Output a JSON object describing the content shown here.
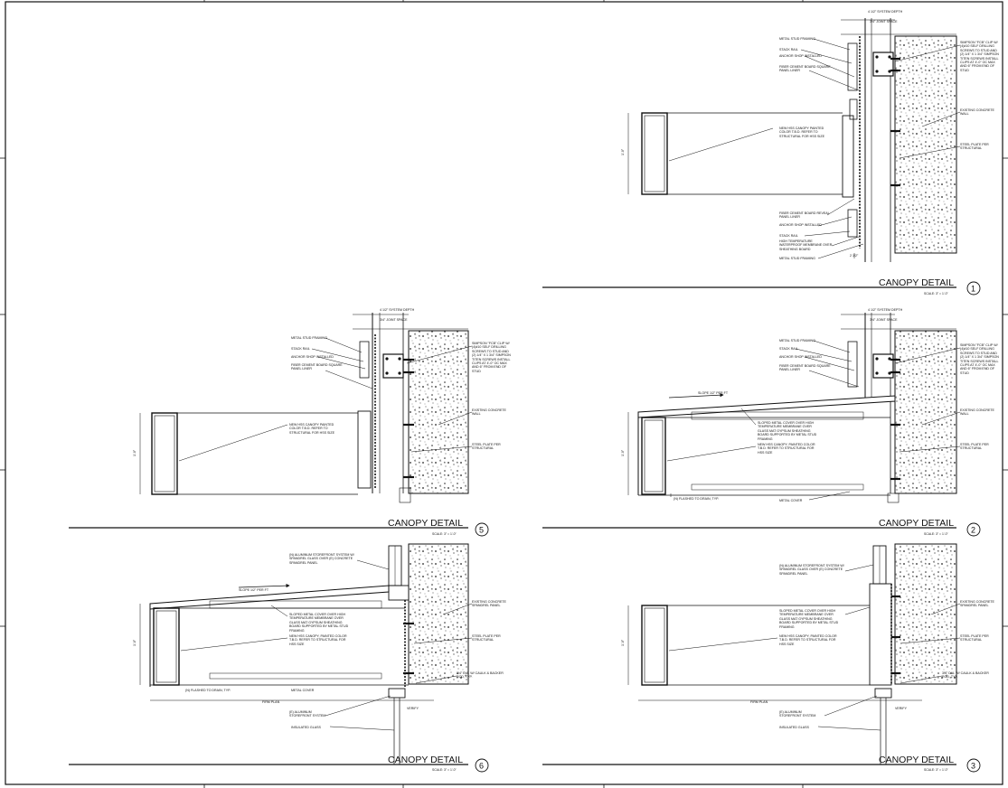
{
  "sheet": {
    "scale_text": "SCALE: 3\" = 1'-0\"",
    "scale_text_5_6": "SCALE: 3\" = 1'-0\"",
    "notes": {
      "system_depth": "4 1/2\" SYSTEM DEPTH",
      "joint_space": "3/4\" JOINT SPACE",
      "metal_stud": "METAL STUD FRAMING",
      "stack_rail": "STACK RAIL",
      "anchor_shop": "ANCHOR SHOP INSTALLED",
      "fiber_cement_1": "FIBER CEMENT BOARD SQUARE PANEL LINER",
      "simpson": "SIMPSON \"FCB\" CLIP W/ (4)#10 SELF DRILLING SCREWS TO STUD AND (2) 1/4\" X 1 3/4\" SIMPSON TITEN SCREWS INSTALL CLIPS AT 4'-0\" OC MAX AND 6\" FROM END OF STUD",
      "new_hss": "NEW HSS CANOPY PAINTED COLOR T.B.D. REFER TO STRUCTURAL FOR HSS SIZE",
      "existing_concrete_wall": "EXISTING CONCRETE WALL",
      "steel_plate": "STEEL PLATE PER STRUCTURAL",
      "fiber_cement_2": "FIBER CEMENT BOARD REVEAL PANEL LINER",
      "anchor_clip": "ANCHOR SHOP INSTALLED",
      "high_temp": "HIGH TEMPERATURE WATERPROOF MEMBRANE OVER SHEATHING BOARD",
      "slope": "SLOPE 1/2\" PER FT",
      "sloped_cover": "SLOPED METAL COVER OVER HIGH TEMPERATURE MEMBRANE OVER GLASS MAT GYPSUM SHEATHING BOARD SUPPORTED BY METAL STUD FRAMING",
      "new_hss_2": "NEW HSS CANOPY, PAINTED COLOR T.B.D. REFER TO STRUCTURAL FOR HSS SIZE",
      "metal_cover": "METAL COVER",
      "weep": "(N) FLASHED TO DRAIN, TYP.",
      "storefront": "(N) ALUMINUM STOREFRONT SYSTEM W/ SPANDREL GLASS OVER (E) CONCRETE SPANDREL PANEL",
      "existing_spandrel": "EXISTING CONCRETE SPANDREL PANEL",
      "caulk": "3/4\" DIA. W/ CAULK & BACKER ROD, TYP.",
      "storefront_2": "(E) ALUMINUM STOREFRONT SYSTEM",
      "insulated_glass": "INSULATED GLASS",
      "firm_plan": "FIRM PLAN",
      "verify": "VERIFY",
      "dim_height": "1'-0\"",
      "dim_small": "2 1/2\""
    },
    "details": [
      {
        "id": "d1",
        "title": "CANOPY DETAIL",
        "number": "1"
      },
      {
        "id": "d2",
        "title": "CANOPY DETAIL",
        "number": "2"
      },
      {
        "id": "d3",
        "title": "CANOPY DETAIL",
        "number": "3"
      },
      {
        "id": "d5",
        "title": "CANOPY DETAIL",
        "number": "5"
      },
      {
        "id": "d6",
        "title": "CANOPY DETAIL",
        "number": "6"
      }
    ]
  }
}
